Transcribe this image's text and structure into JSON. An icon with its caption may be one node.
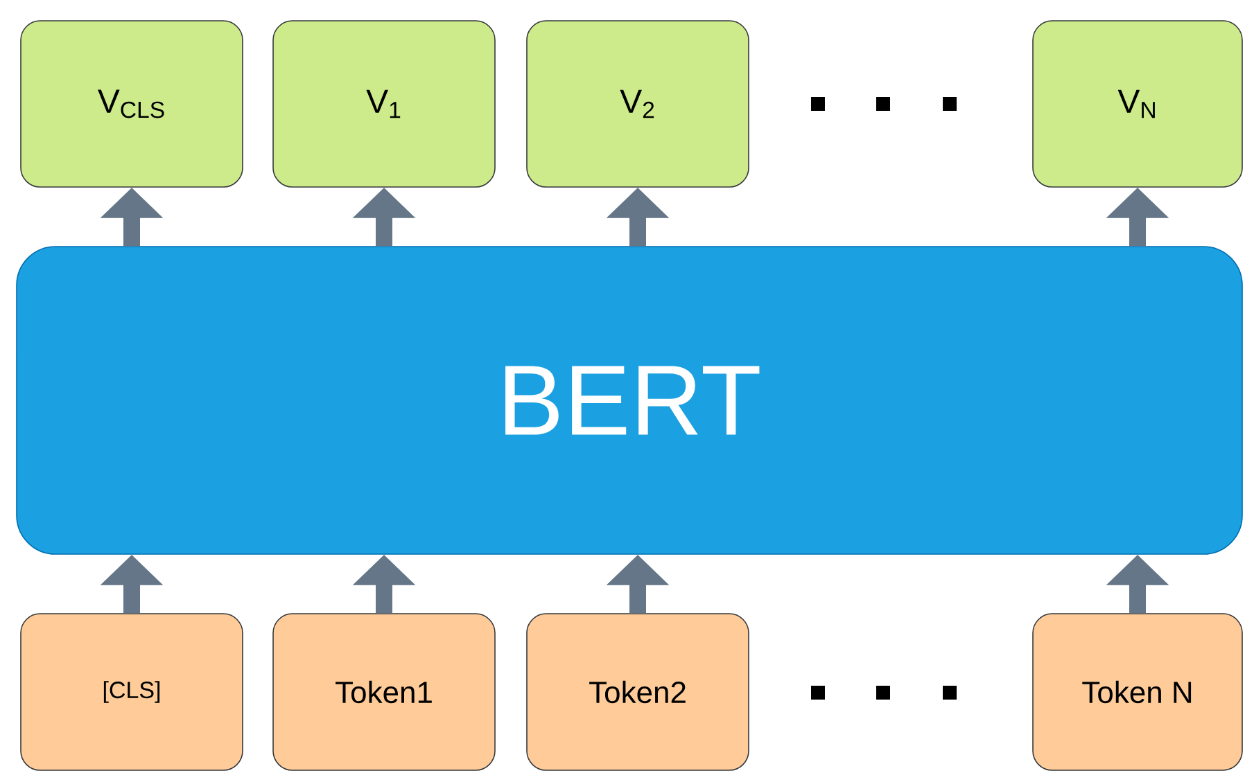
{
  "diagram": {
    "nodes": [
      {
        "text": [
          "V$_{CLS}$"
        ]
      },
      {
        "text": [
          "V$_{1}$"
        ]
      },
      {
        "text": [
          "V$_{2}$"
        ]
      },
      {
        "text": [
          "V$_{N}$"
        ]
      },
      {
        "text": [
          "BERT"
        ]
      },
      {
        "text": [
          "[CLS]"
        ]
      },
      {
        "text": [
          "Token1"
        ]
      },
      {
        "text": [
          "Token2"
        ]
      },
      {
        "text": [
          "Token N"
        ]
      }
    ],
    "edges": [
      {
        "from": 5,
        "to": 4,
        "arrow": "to"
      },
      {
        "from": 6,
        "to": 4,
        "arrow": "to"
      },
      {
        "from": 7,
        "to": 4,
        "arrow": "to"
      },
      {
        "from": 8,
        "to": 4,
        "arrow": "to"
      },
      {
        "from": 4,
        "to": 0,
        "arrow": "to"
      },
      {
        "from": 4,
        "to": 1,
        "arrow": "to"
      },
      {
        "from": 4,
        "to": 2,
        "arrow": "to"
      },
      {
        "from": 4,
        "to": 3,
        "arrow": "to"
      }
    ]
  }
}
